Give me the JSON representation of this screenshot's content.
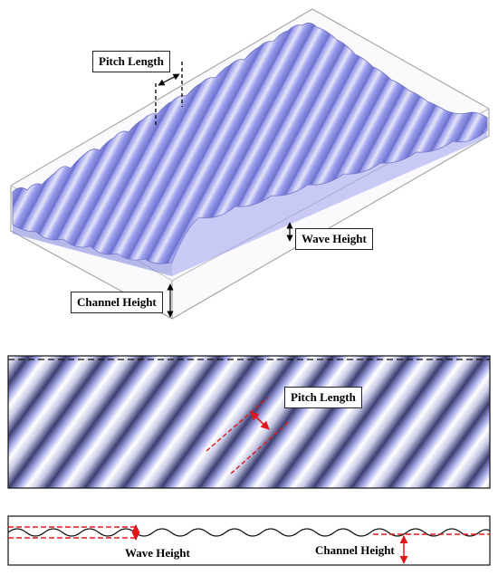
{
  "labels": {
    "pitch_length_3d": "Pitch Length",
    "wave_height_3d": "Wave Height",
    "channel_height_3d": "Channel Height",
    "pitch_length_top": "Pitch Length",
    "wave_height_side": "Wave Height",
    "channel_height_side": "Channel Height"
  },
  "colors": {
    "wave_face": "#9a9ef0",
    "wave_light": "#dcdcf4",
    "wave_dark": "#3a3c70",
    "dimension_red": "#e0161b",
    "outline": "#111111"
  }
}
